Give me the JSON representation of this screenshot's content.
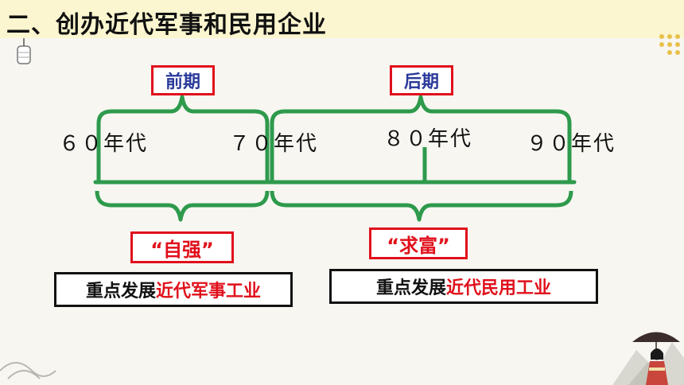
{
  "title": "二、创办近代军事和民用企业",
  "decades": [
    "６０年代",
    "７０年代",
    "８０年代",
    "９０年代"
  ],
  "periods": {
    "early": "前期",
    "late": "后期"
  },
  "slogans": {
    "early": "“自强”",
    "late": "“求富”"
  },
  "focus": {
    "early": {
      "prefix": "重点发展",
      "highlight": "近代军事工业"
    },
    "late": {
      "prefix": "重点发展",
      "highlight": "近代民用工业"
    }
  },
  "colors": {
    "bracket": "#2e9a4c",
    "box_red": "#e0101b",
    "period_text": "#2a3a9a",
    "title_bg": "#fbf6cf"
  }
}
